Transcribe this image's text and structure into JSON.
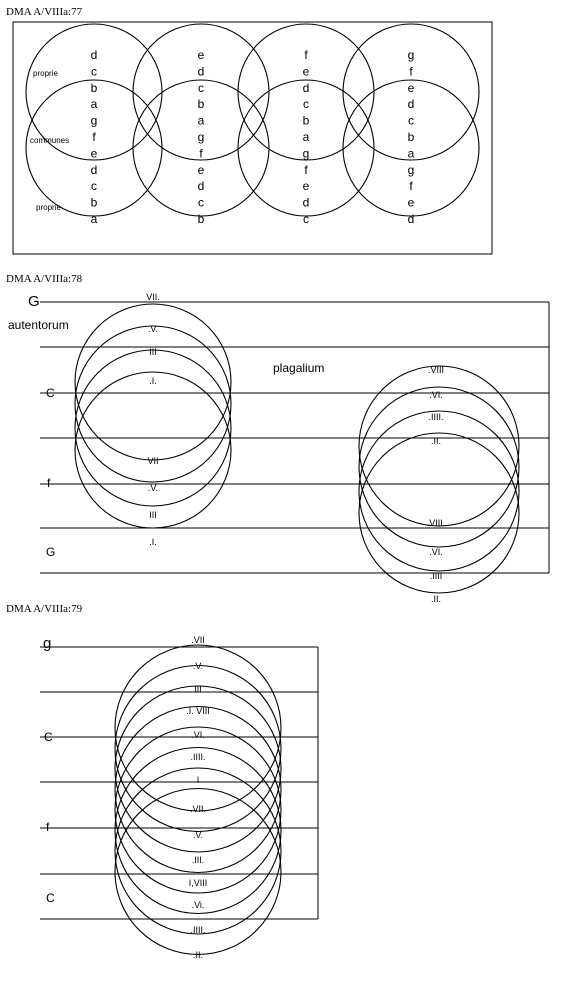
{
  "figures": [
    {
      "caption": "DMA A/VIIIa:77",
      "side_labels": [
        "proprie",
        "communes",
        "proprie"
      ],
      "columns": [
        [
          "d",
          "c",
          "b",
          "a",
          "g",
          "f",
          "e",
          "d",
          "c",
          "b",
          "a"
        ],
        [
          "e",
          "d",
          "c",
          "b",
          "a",
          "g",
          "f",
          "e",
          "d",
          "c",
          "b"
        ],
        [
          "f",
          "e",
          "d",
          "c",
          "b",
          "a",
          "g",
          "f",
          "e",
          "d",
          "c"
        ],
        [
          "g",
          "f",
          "e",
          "d",
          "c",
          "b",
          "a",
          "g",
          "f",
          "e",
          "d"
        ]
      ]
    },
    {
      "caption": "DMA A/VIIIa:78",
      "row_letters": [
        "G",
        "C",
        "f",
        "G"
      ],
      "left_title": "autentorum",
      "right_title": "plagalium",
      "left_top_modes": [
        "VII.",
        ".V.",
        "III",
        ".I."
      ],
      "left_bottom_modes": [
        "VII",
        ".V.",
        "III",
        ".I."
      ],
      "right_top_modes": [
        ".VIII",
        ".VI.",
        ".IIII.",
        ".II."
      ],
      "right_bottom_modes": [
        ".VIII.",
        ".VI.",
        ".IIII",
        ".II."
      ]
    },
    {
      "caption": "DMA A/VIIIa:79",
      "row_letters": [
        "g",
        "C",
        "f",
        "C"
      ],
      "modes": [
        ".VII",
        ".V.",
        "III",
        ".I. VIII",
        ".VI.",
        ".IIII.",
        "I",
        ".VII.",
        ".V.",
        ".III.",
        "I,VIII",
        ".Vi.",
        ".IIII.",
        ".II."
      ]
    }
  ]
}
